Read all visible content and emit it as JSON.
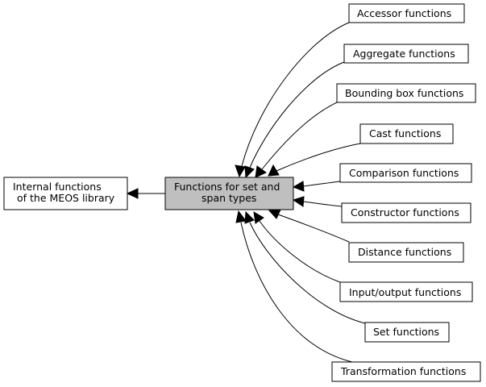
{
  "diagram": {
    "parent_node": {
      "lines": [
        "Internal functions",
        "of the MEOS library"
      ]
    },
    "center_node": {
      "lines": [
        "Functions for set and",
        "span types"
      ]
    },
    "child_nodes": [
      {
        "label": "Accessor functions"
      },
      {
        "label": "Aggregate functions"
      },
      {
        "label": "Bounding box functions"
      },
      {
        "label": "Cast functions"
      },
      {
        "label": "Comparison functions"
      },
      {
        "label": "Constructor functions"
      },
      {
        "label": "Distance functions"
      },
      {
        "label": "Input/output functions"
      },
      {
        "label": "Set functions"
      },
      {
        "label": "Transformation functions"
      }
    ],
    "colors": {
      "center_fill": "#bfbfbf",
      "node_fill": "#ffffff",
      "stroke": "#000000"
    }
  }
}
